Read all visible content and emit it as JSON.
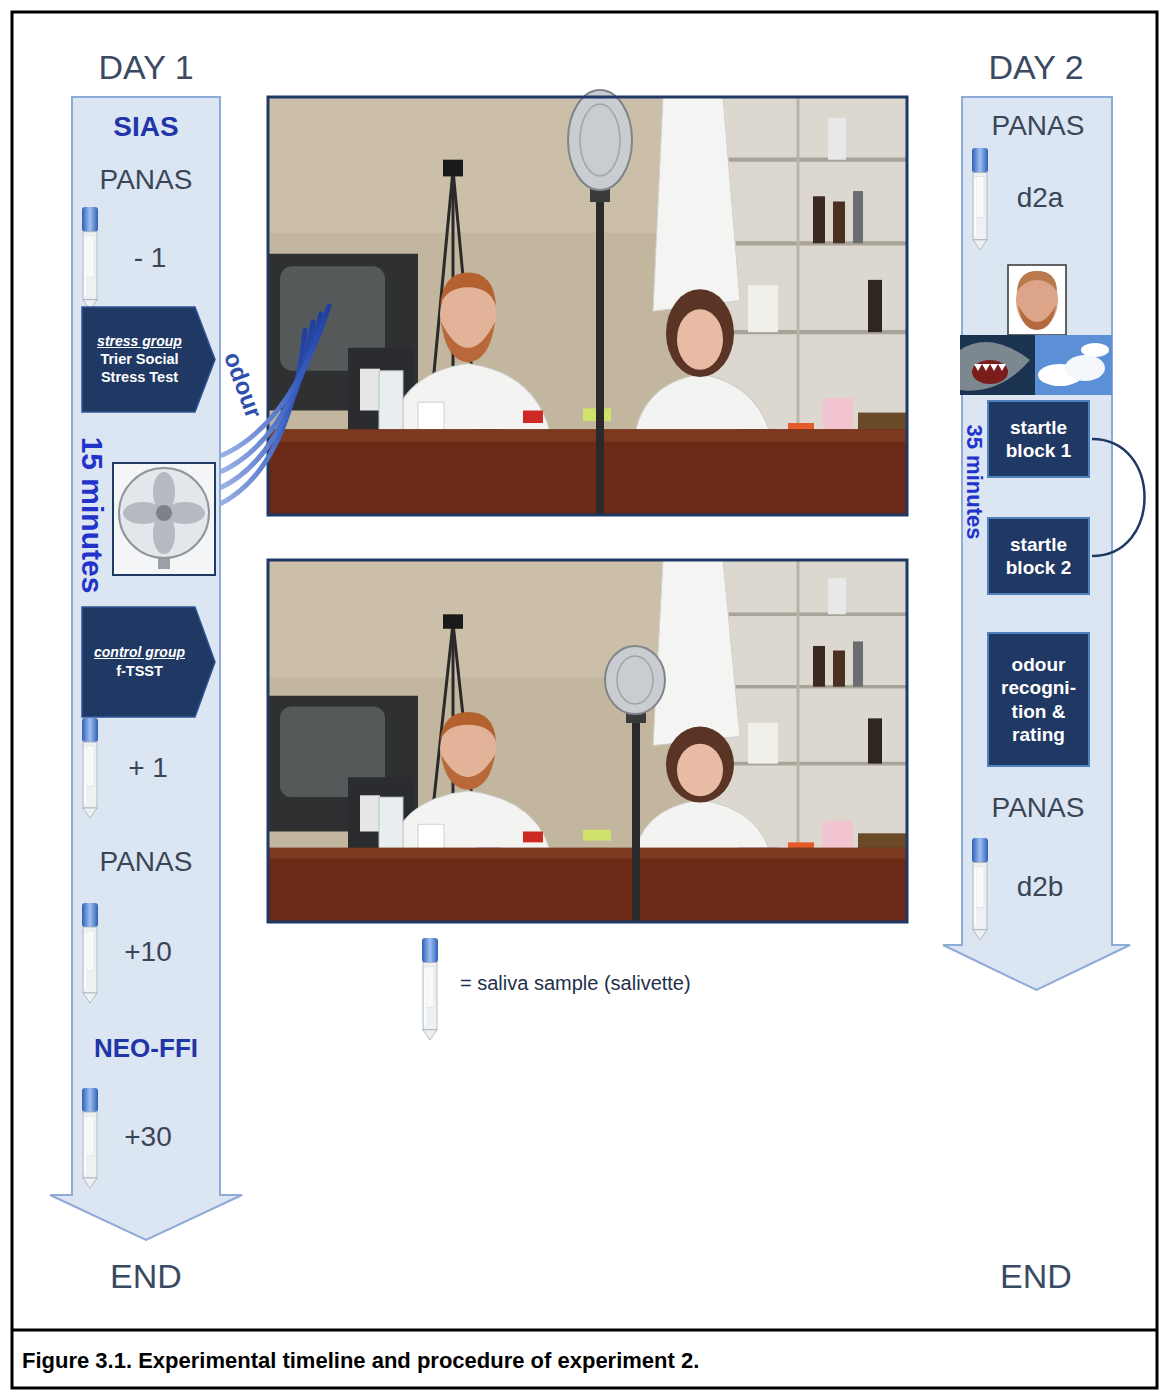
{
  "diagram": {
    "caption": "Figure 3.1. Experimental timeline and procedure of experiment 2.",
    "nodes": [
      {
        "text": [
          "DAY 1",
          "END"
        ]
      },
      {
        "text": [
          "stress group",
          "Trier Social Stress Test"
        ],
        "in": 0
      },
      {
        "text": [
          "control group",
          "f-TSST"
        ],
        "in": 0
      },
      {
        "text": [
          "DAY 2",
          "END"
        ]
      },
      {
        "text": [
          "startle block 1"
        ],
        "in": 3
      },
      {
        "text": [
          "startle block 2"
        ],
        "in": 3
      },
      {
        "text": [
          "odour recogni- tion & rating"
        ],
        "in": 3
      }
    ],
    "edges": [
      {
        "from": 4,
        "to": 5,
        "arrow": "none"
      }
    ],
    "labels": [
      "SIAS",
      "PANAS",
      "- 1",
      "odour",
      "15 minutes",
      "+ 1",
      "PANAS",
      "+10",
      "NEO-FFI",
      "+30",
      "PANAS",
      "d2a",
      "35 minutes",
      "PANAS",
      "d2b"
    ],
    "legend": [
      {
        "text": "= saliva sample (salivette)"
      }
    ]
  }
}
